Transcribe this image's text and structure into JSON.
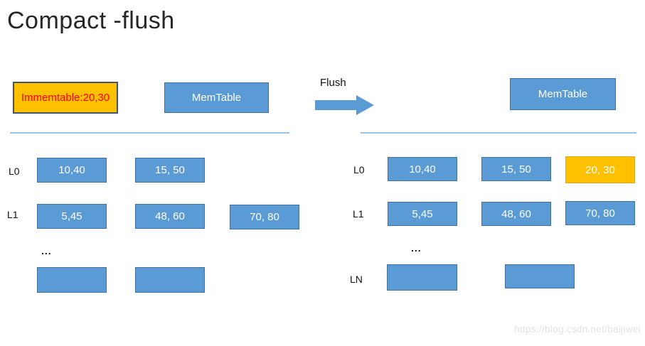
{
  "title": "Compact -flush",
  "flush": {
    "label": "Flush"
  },
  "left": {
    "immemtable_label": "Immemtable:20,30",
    "memtable_label": "MemTable",
    "rows": [
      {
        "label": "L0",
        "boxes": [
          "10,40",
          "15, 50"
        ]
      },
      {
        "label": "L1",
        "boxes": [
          "5,45",
          "48, 60",
          "70, 80"
        ]
      }
    ],
    "ellipsis": "...",
    "empty_box_count": 2
  },
  "right": {
    "memtable_label": "MemTable",
    "rows": [
      {
        "label": "L0",
        "boxes": [
          "10,40",
          "15, 50",
          "20, 30"
        ]
      },
      {
        "label": "L1",
        "boxes": [
          "5,45",
          "48, 60",
          "70, 80"
        ]
      }
    ],
    "ellipsis": "...",
    "ln_label": "LN",
    "empty_box_count": 2
  },
  "colors": {
    "blue_fill": "#5B9BD5",
    "blue_border": "#41719C",
    "gold_fill": "#FFC000",
    "gold_dark_border": "#44546A",
    "red_text": "#FF0000",
    "divider_line": "#9DC3E6"
  },
  "watermark": "https://blog.csdn.net/baijiwei"
}
